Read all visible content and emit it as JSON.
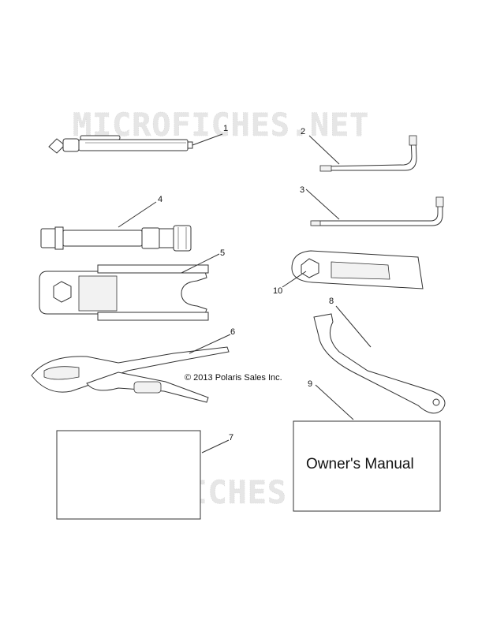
{
  "watermark": {
    "text": "MICROFICHES.NET"
  },
  "copyright": "© 2013 Polaris Sales Inc.",
  "callouts": {
    "c1": "1",
    "c2": "2",
    "c3": "3",
    "c4": "4",
    "c5": "5",
    "c6": "6",
    "c7": "7",
    "c8": "8",
    "c9": "9",
    "c10": "10"
  },
  "manual": {
    "title": "Owner's Manual"
  }
}
